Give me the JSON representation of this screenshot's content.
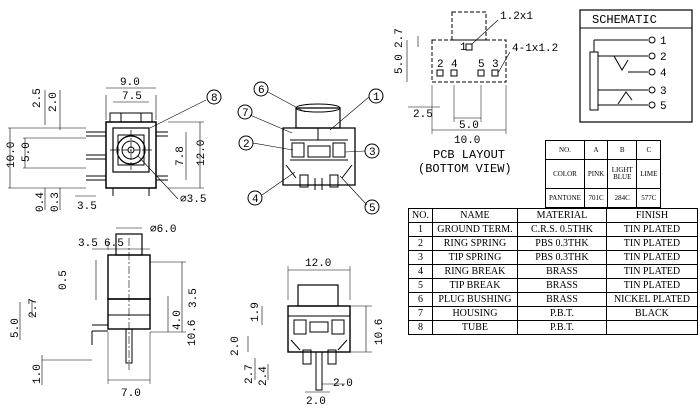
{
  "colors": {
    "line": "#000000",
    "background": "#ffffff"
  },
  "front_view": {
    "dims": [
      "9.0",
      "7.5",
      "2.5",
      "2.0",
      "10.0",
      "5.0",
      "7.8",
      "12.0",
      "0.4",
      "0.3",
      "3.5",
      "⌀3.5"
    ],
    "callouts": [
      "8"
    ]
  },
  "iso_view": {
    "callouts": [
      "6",
      "1",
      "7",
      "2",
      "3",
      "4",
      "5"
    ]
  },
  "side_view": {
    "dims": [
      "3.5",
      "6.5",
      "⌀6.0",
      "0.5",
      "2.7",
      "5.0",
      "3.5",
      "4.0",
      "10.6",
      "1.0",
      "7.0"
    ]
  },
  "bottom_view": {
    "dims": [
      "12.0",
      "1.9",
      "10.6",
      "2.0",
      "2.7",
      "2.4",
      "2.0",
      "2.0"
    ]
  },
  "pcb_layout": {
    "dims": [
      "1.2x1",
      "2.7",
      "5.0",
      "4-1x1.2",
      "2.5",
      "5.0",
      "10.0"
    ],
    "pin_labels": [
      "1",
      "2",
      "4",
      "5",
      "3"
    ],
    "caption_line1": "PCB LAYOUT",
    "caption_line2": "(BOTTOM VIEW)"
  },
  "schematic": {
    "title": "SCHEMATIC",
    "pins": [
      "1",
      "2",
      "4",
      "3",
      "5"
    ]
  },
  "color_table": {
    "headers": [
      "NO.",
      "A",
      "B",
      "C"
    ],
    "rows": [
      [
        "COLOR",
        "PINK",
        "LIGHT BLUE",
        "LIME"
      ],
      [
        "PANTONE",
        "701C",
        "284C",
        "577C"
      ]
    ]
  },
  "parts_table": {
    "headers": [
      "NO.",
      "NAME",
      "MATERIAL",
      "FINISH"
    ],
    "rows": [
      [
        "1",
        "GROUND TERM.",
        "C.R.S. 0.5THK",
        "TIN PLATED"
      ],
      [
        "2",
        "RING SPRING",
        "PBS 0.3THK",
        "TIN PLATED"
      ],
      [
        "3",
        "TIP SPRING",
        "PBS 0.3THK",
        "TIN PLATED"
      ],
      [
        "4",
        "RING BREAK",
        "BRASS",
        "TIN PLATED"
      ],
      [
        "5",
        "TIP BREAK",
        "BRASS",
        "TIN PLATED"
      ],
      [
        "6",
        "PLUG BUSHING",
        "BRASS",
        "NICKEL PLATED"
      ],
      [
        "7",
        "HOUSING",
        "P.B.T.",
        "BLACK"
      ],
      [
        "8",
        "TUBE",
        "P.B.T.",
        ""
      ]
    ]
  }
}
